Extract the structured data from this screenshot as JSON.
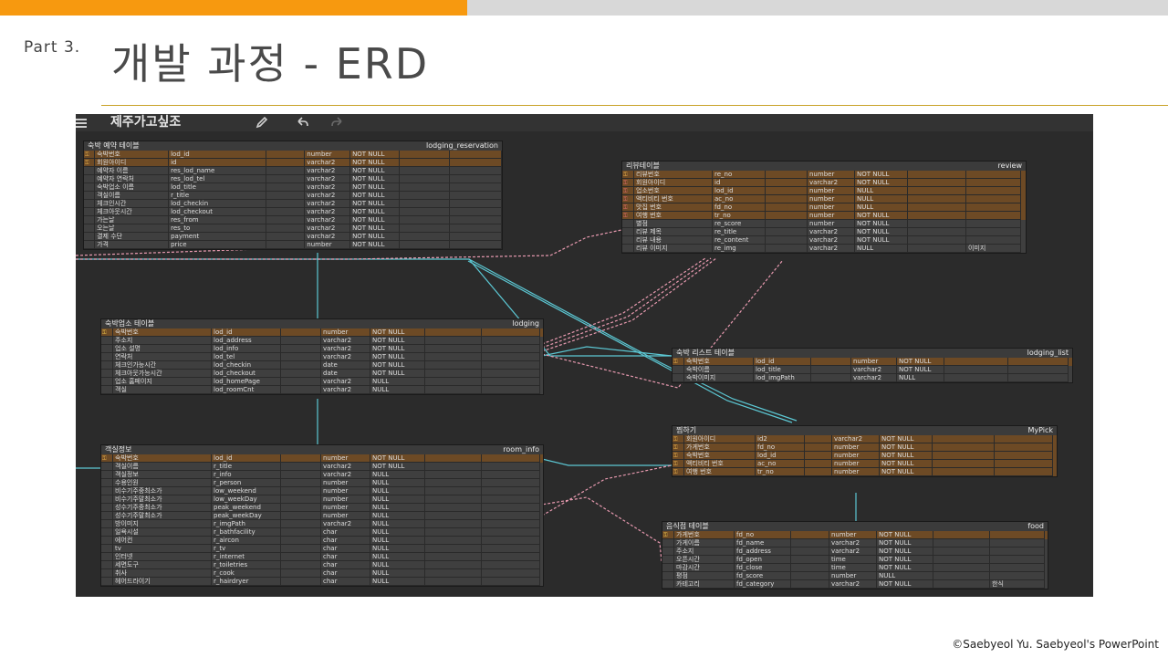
{
  "slide": {
    "part": "Part  3.",
    "title": "개발 과정 - ERD",
    "footer": "©Saebyeol Yu. Saebyeol's PowerPoint"
  },
  "colors": {
    "accent_orange": "#f7990f",
    "top_bar_gray": "#d8d8d8",
    "title_rule": "#c9a227",
    "canvas_bg": "#2b2b2b",
    "pk_row": "#6d4a25",
    "relation_solid": "#5cc8d4",
    "relation_dashed": "#e89ab0"
  },
  "erd": {
    "project_title": "제주가고싶조",
    "icons": [
      "menu-icon",
      "pencil-icon",
      "undo-icon",
      "redo-icon"
    ],
    "tables": [
      {
        "id": "lodging_reservation",
        "name": "숙박 예약 테이블",
        "physical": "lodging_reservation",
        "rows": [
          {
            "key": "pfk",
            "logical": "숙박번호",
            "physical": "lod_id",
            "type": "number",
            "null": "NOT NULL",
            "comment": ""
          },
          {
            "key": "pfk",
            "logical": "회원아이디",
            "physical": "id",
            "type": "varchar2",
            "null": "NOT NULL",
            "comment": ""
          },
          {
            "key": "",
            "logical": "예약자 이름",
            "physical": "res_lod_name",
            "type": "varchar2",
            "null": "NOT NULL",
            "comment": ""
          },
          {
            "key": "",
            "logical": "예약자 연락처",
            "physical": "res_lod_tel",
            "type": "varchar2",
            "null": "NOT NULL",
            "comment": ""
          },
          {
            "key": "",
            "logical": "숙박업소 이름",
            "physical": "lod_title",
            "type": "varchar2",
            "null": "NOT NULL",
            "comment": ""
          },
          {
            "key": "",
            "logical": "객실이름",
            "physical": "r_title",
            "type": "varchar2",
            "null": "NOT NULL",
            "comment": ""
          },
          {
            "key": "",
            "logical": "체크인시간",
            "physical": "lod_checkin",
            "type": "varchar2",
            "null": "NOT NULL",
            "comment": ""
          },
          {
            "key": "",
            "logical": "체크아웃시간",
            "physical": "lod_checkout",
            "type": "varchar2",
            "null": "NOT NULL",
            "comment": ""
          },
          {
            "key": "",
            "logical": "가는날",
            "physical": "res_from",
            "type": "varchar2",
            "null": "NOT NULL",
            "comment": ""
          },
          {
            "key": "",
            "logical": "오는날",
            "physical": "res_to",
            "type": "varchar2",
            "null": "NOT NULL",
            "comment": ""
          },
          {
            "key": "",
            "logical": "결제 수단",
            "physical": "payment",
            "type": "varchar2",
            "null": "NOT NULL",
            "comment": ""
          },
          {
            "key": "",
            "logical": "가격",
            "physical": "price",
            "type": "number",
            "null": "NOT NULL",
            "comment": ""
          }
        ]
      },
      {
        "id": "review",
        "name": "리뷰테이블",
        "physical": "review",
        "rows": [
          {
            "key": "pfk",
            "logical": "리뷰번호",
            "physical": "re_no",
            "type": "number",
            "null": "NOT NULL",
            "comment": ""
          },
          {
            "key": "fk",
            "logical": "회원아이디",
            "physical": "id",
            "type": "varchar2",
            "null": "NOT NULL",
            "comment": ""
          },
          {
            "key": "fk",
            "logical": "업소번호",
            "physical": "lod_id",
            "type": "number",
            "null": "NULL",
            "comment": ""
          },
          {
            "key": "fk",
            "logical": "액티비티 번호",
            "physical": "ac_no",
            "type": "number",
            "null": "NULL",
            "comment": ""
          },
          {
            "key": "fk",
            "logical": "맛집 번호",
            "physical": "fd_no",
            "type": "number",
            "null": "NULL",
            "comment": ""
          },
          {
            "key": "fk",
            "logical": "여행 번호",
            "physical": "tr_no",
            "type": "number",
            "null": "NOT NULL",
            "comment": ""
          },
          {
            "key": "",
            "logical": "별점",
            "physical": "re_score",
            "type": "number",
            "null": "NOT NULL",
            "comment": ""
          },
          {
            "key": "",
            "logical": "리뷰 제목",
            "physical": "re_title",
            "type": "varchar2",
            "null": "NOT NULL",
            "comment": ""
          },
          {
            "key": "",
            "logical": "리뷰 내용",
            "physical": "re_content",
            "type": "varchar2",
            "null": "NOT NULL",
            "comment": ""
          },
          {
            "key": "",
            "logical": "리뷰 이미지",
            "physical": "re_img",
            "type": "varchar2",
            "null": "NULL",
            "comment": "이미지"
          }
        ]
      },
      {
        "id": "lodging",
        "name": "숙박업소 테이블",
        "physical": "lodging",
        "rows": [
          {
            "key": "pk",
            "logical": "숙박번호",
            "physical": "lod_id",
            "type": "number",
            "null": "NOT NULL",
            "comment": ""
          },
          {
            "key": "",
            "logical": "주소지",
            "physical": "lod_address",
            "type": "varchar2",
            "null": "NOT NULL",
            "comment": ""
          },
          {
            "key": "",
            "logical": "업소 설명",
            "physical": "lod_info",
            "type": "varchar2",
            "null": "NOT NULL",
            "comment": ""
          },
          {
            "key": "",
            "logical": "연락처",
            "physical": "lod_tel",
            "type": "varchar2",
            "null": "NOT NULL",
            "comment": ""
          },
          {
            "key": "",
            "logical": "체크인가능시간",
            "physical": "lod_checkin",
            "type": "date",
            "null": "NOT NULL",
            "comment": ""
          },
          {
            "key": "",
            "logical": "체크아웃가능시간",
            "physical": "lod_checkout",
            "type": "date",
            "null": "NOT NULL",
            "comment": ""
          },
          {
            "key": "",
            "logical": "업소 홈페이지",
            "physical": "lod_homePage",
            "type": "varchar2",
            "null": "NULL",
            "comment": ""
          },
          {
            "key": "",
            "logical": "객실",
            "physical": "lod_roomCnt",
            "type": "varchar2",
            "null": "NULL",
            "comment": ""
          }
        ]
      },
      {
        "id": "lodging_list",
        "name": "숙박 리스트 테이블",
        "physical": "lodging_list",
        "rows": [
          {
            "key": "pfk",
            "logical": "숙박번호",
            "physical": "lod_id",
            "type": "number",
            "null": "NOT NULL",
            "comment": ""
          },
          {
            "key": "",
            "logical": "숙박이름",
            "physical": "lod_title",
            "type": "varchar2",
            "null": "NOT NULL",
            "comment": ""
          },
          {
            "key": "",
            "logical": "숙박이미지",
            "physical": "lod_imgPath",
            "type": "varchar2",
            "null": "NULL",
            "comment": ""
          }
        ]
      },
      {
        "id": "room_info",
        "name": "객실정보",
        "physical": "room_info",
        "rows": [
          {
            "key": "pfk",
            "logical": "숙박번호",
            "physical": "lod_id",
            "type": "number",
            "null": "NOT NULL",
            "comment": ""
          },
          {
            "key": "",
            "logical": "객실이름",
            "physical": "r_title",
            "type": "varchar2",
            "null": "NOT NULL",
            "comment": ""
          },
          {
            "key": "",
            "logical": "객실정보",
            "physical": "r_info",
            "type": "varchar2",
            "null": "NULL",
            "comment": ""
          },
          {
            "key": "",
            "logical": "수용인원",
            "physical": "r_person",
            "type": "number",
            "null": "NULL",
            "comment": ""
          },
          {
            "key": "",
            "logical": "비수기주중최소가",
            "physical": "low_weekend",
            "type": "number",
            "null": "NULL",
            "comment": ""
          },
          {
            "key": "",
            "logical": "비수기주말최소가",
            "physical": "low_weekDay",
            "type": "number",
            "null": "NULL",
            "comment": ""
          },
          {
            "key": "",
            "logical": "성수기주중최소가",
            "physical": "peak_weekend",
            "type": "number",
            "null": "NULL",
            "comment": ""
          },
          {
            "key": "",
            "logical": "성수기주말최소가",
            "physical": "peak_weekDay",
            "type": "number",
            "null": "NULL",
            "comment": ""
          },
          {
            "key": "",
            "logical": "방이미지",
            "physical": "r_imgPath",
            "type": "varchar2",
            "null": "NULL",
            "comment": ""
          },
          {
            "key": "",
            "logical": "일욕시설",
            "physical": "r_bathfacility",
            "type": "char",
            "null": "NULL",
            "comment": ""
          },
          {
            "key": "",
            "logical": "에어컨",
            "physical": "r_aircon",
            "type": "char",
            "null": "NULL",
            "comment": ""
          },
          {
            "key": "",
            "logical": "tv",
            "physical": "r_tv",
            "type": "char",
            "null": "NULL",
            "comment": ""
          },
          {
            "key": "",
            "logical": "인터넷",
            "physical": "r_internet",
            "type": "char",
            "null": "NULL",
            "comment": ""
          },
          {
            "key": "",
            "logical": "세면도구",
            "physical": "r_toiletries",
            "type": "char",
            "null": "NULL",
            "comment": ""
          },
          {
            "key": "",
            "logical": "취사",
            "physical": "r_cook",
            "type": "char",
            "null": "NULL",
            "comment": ""
          },
          {
            "key": "",
            "logical": "헤어드라이기",
            "physical": "r_hairdryer",
            "type": "char",
            "null": "NULL",
            "comment": ""
          }
        ]
      },
      {
        "id": "MyPick",
        "name": "찜하기",
        "physical": "MyPick",
        "rows": [
          {
            "key": "pfk",
            "logical": "회원아이디",
            "physical": "id2",
            "type": "varchar2",
            "null": "NOT NULL",
            "comment": ""
          },
          {
            "key": "pfk",
            "logical": "가게번호",
            "physical": "fd_no",
            "type": "number",
            "null": "NOT NULL",
            "comment": ""
          },
          {
            "key": "pfk",
            "logical": "숙박번호",
            "physical": "lod_id",
            "type": "number",
            "null": "NOT NULL",
            "comment": ""
          },
          {
            "key": "pfk",
            "logical": "액티비티 번호",
            "physical": "ac_no",
            "type": "number",
            "null": "NOT NULL",
            "comment": ""
          },
          {
            "key": "pfk",
            "logical": "여행 번호",
            "physical": "tr_no",
            "type": "number",
            "null": "NOT NULL",
            "comment": ""
          }
        ]
      },
      {
        "id": "food",
        "name": "음식점 테이블",
        "physical": "food",
        "rows": [
          {
            "key": "pk",
            "logical": "가게번호",
            "physical": "fd_no",
            "type": "number",
            "null": "NOT NULL",
            "comment": ""
          },
          {
            "key": "",
            "logical": "가게이름",
            "physical": "fd_name",
            "type": "varchar2",
            "null": "NOT NULL",
            "comment": ""
          },
          {
            "key": "",
            "logical": "주소지",
            "physical": "fd_address",
            "type": "varchar2",
            "null": "NOT NULL",
            "comment": ""
          },
          {
            "key": "",
            "logical": "오픈시간",
            "physical": "fd_open",
            "type": "time",
            "null": "NOT NULL",
            "comment": ""
          },
          {
            "key": "",
            "logical": "마감시간",
            "physical": "fd_close",
            "type": "time",
            "null": "NOT NULL",
            "comment": ""
          },
          {
            "key": "",
            "logical": "평점",
            "physical": "fd_score",
            "type": "number",
            "null": "NULL",
            "comment": ""
          },
          {
            "key": "",
            "logical": "카테고리",
            "physical": "fd_category",
            "type": "varchar2",
            "null": "NOT NULL",
            "comment": "한식"
          }
        ]
      }
    ]
  }
}
